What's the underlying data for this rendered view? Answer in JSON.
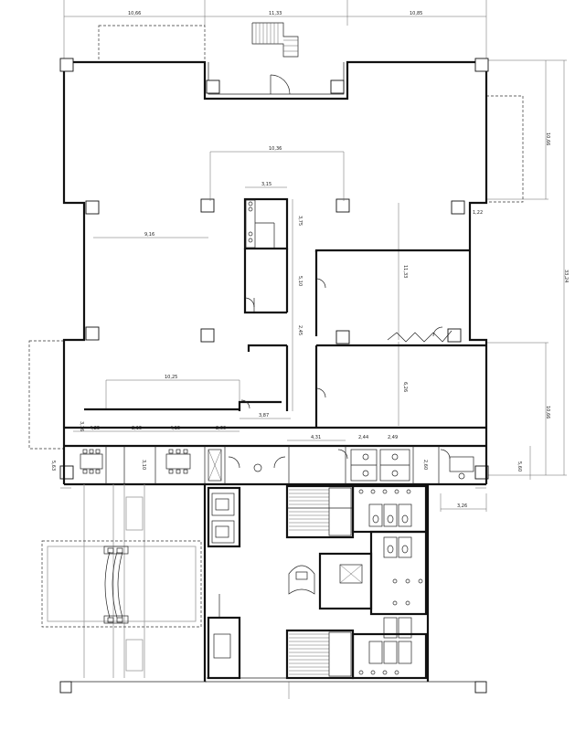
{
  "dimensions": {
    "top_left": "10,66",
    "top_center": "11,33",
    "top_right": "10,85",
    "right_upper": "10,66",
    "right_total": "33,24",
    "right_lower": "10,66",
    "right_bottom": "5,60",
    "corner_right": "1,22",
    "center_width": "10,36",
    "core_width": "3,15",
    "core_seg_1": "3,75",
    "core_seg_2": "5,10",
    "core_seg_3": "2,45",
    "left_upper": "9,16",
    "right_room_vertical": "11,33",
    "right_room_lower": "6,26",
    "left_lower_width": "10,25",
    "core_lower": "3,87",
    "row_1": "4,25",
    "row_2": "2,15",
    "row_3": "4,15",
    "row_4": "2,60",
    "vert_small_1": "3,16",
    "vert_small_2": "5,63",
    "vert_small_3": "3,10",
    "mid_right": "4,31",
    "row_5": "2,44",
    "row_6": "2,49",
    "vert_small_4": "2,60",
    "bottom_right": "3,26"
  }
}
